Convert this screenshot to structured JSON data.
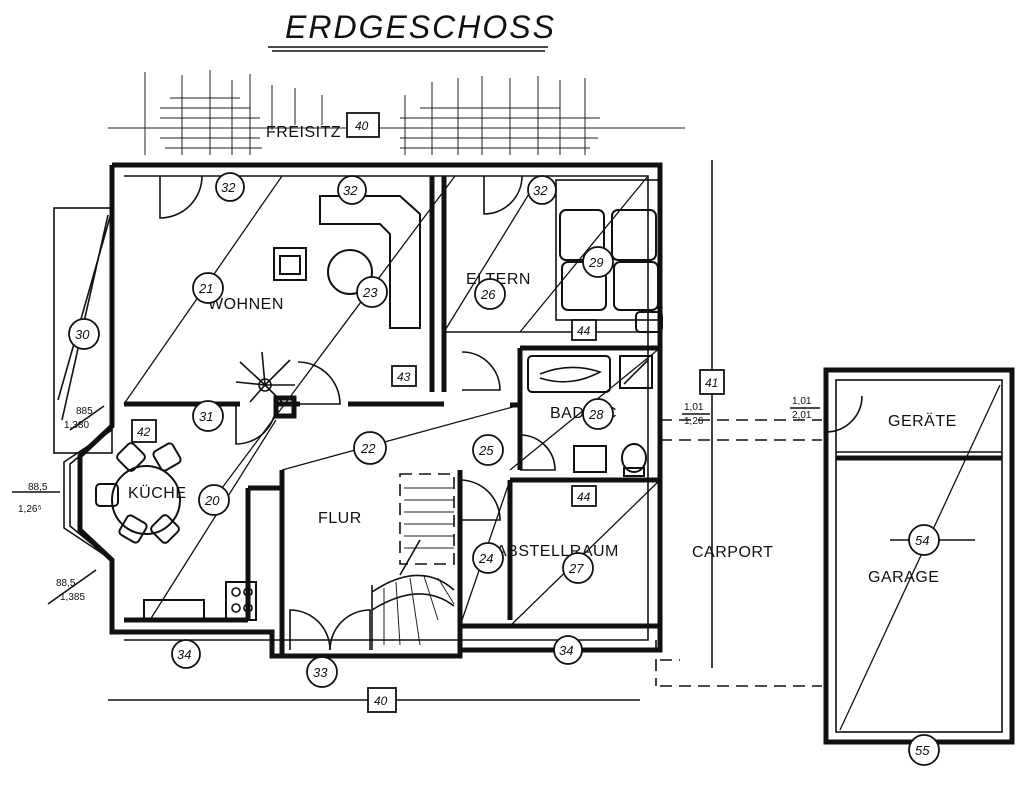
{
  "title": "ERDGESCHOSS",
  "rooms": {
    "freisitz": "FREISITZ",
    "wohnen": "WOHNEN",
    "eltern": "ELTERN",
    "badwc": "BAD/WC",
    "kueche": "KÜCHE",
    "flur": "FLUR",
    "abstellraum": "ABSTELLRAUM",
    "carport": "CARPORT",
    "geraete": "GERÄTE",
    "garage": "GARAGE"
  },
  "markers": {
    "m32a": "32",
    "m32b": "32",
    "m32c": "32",
    "m21": "21",
    "m23": "23",
    "m26": "26",
    "m29": "29",
    "m30": "30",
    "m31": "31",
    "m22": "22",
    "m25": "25",
    "m28": "28",
    "m20": "20",
    "m24": "24",
    "m27": "27",
    "m34a": "34",
    "m33": "33",
    "m34b": "34",
    "m54": "54",
    "m55": "55"
  },
  "boxes": {
    "b40a": "40",
    "b44a": "44",
    "b43": "43",
    "b41": "41",
    "b42": "42",
    "b44b": "44",
    "b40b": "40"
  },
  "dims": {
    "d885a": "885",
    "d1380": "1,380",
    "d885b": "88,5",
    "d1265": "1,26⁵",
    "d885c": "88,5",
    "d1385": "1,385",
    "d101": "1,01",
    "d126": "1,26",
    "d101b": "1,01",
    "d201": "2,01"
  }
}
